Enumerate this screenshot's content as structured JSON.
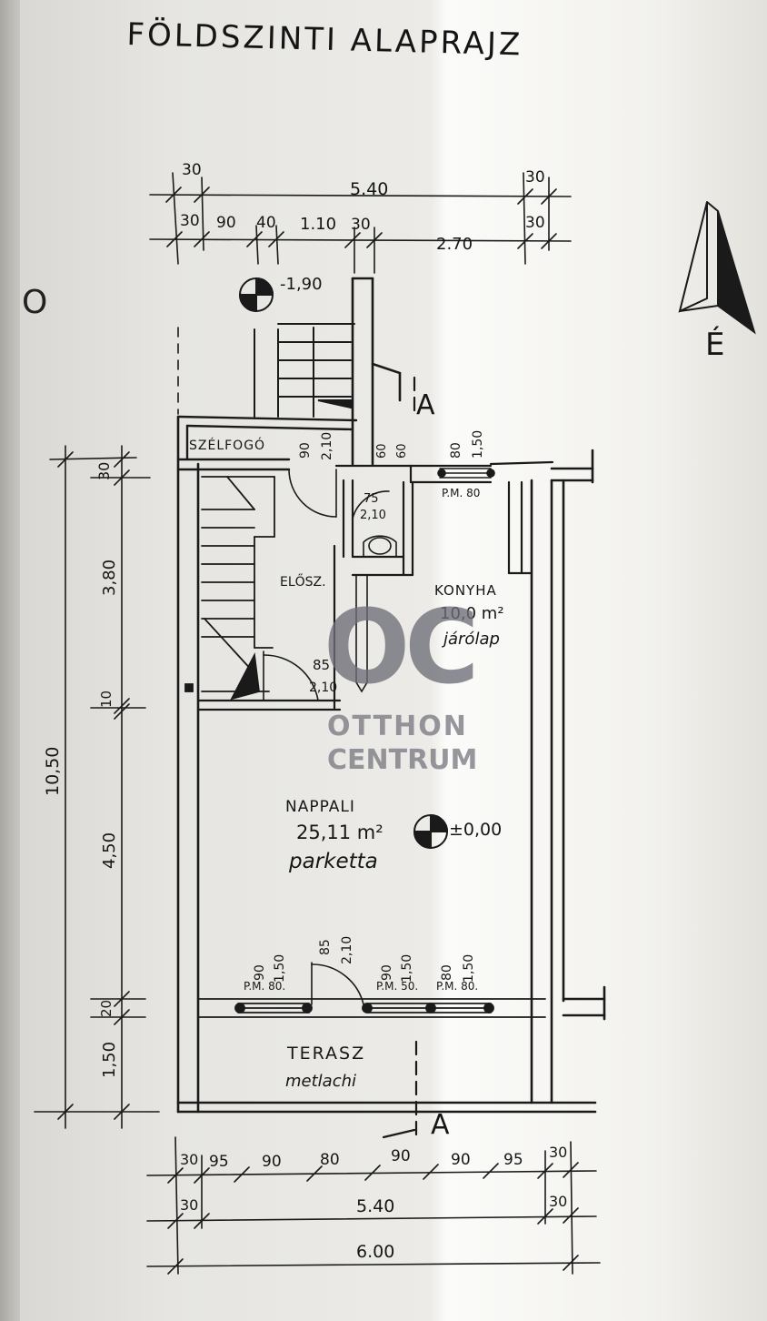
{
  "title": "FÖLDSZINTI ALAPRAJZ",
  "margin_mark": "O",
  "top_dims": {
    "row1": [
      "30",
      "5.40",
      "30"
    ],
    "row2": [
      "30",
      "90",
      "40",
      "1.10",
      "30",
      "2.70",
      "30"
    ]
  },
  "left_dims": [
    "30",
    "3,80",
    "10",
    "4,50",
    "20",
    "1,50"
  ],
  "left_total": "10,50",
  "level_top": "-1,90",
  "level_main": "±0,00",
  "section_mark": "A",
  "north_mark": "É",
  "rooms": {
    "szelfogo": "SZÉLFOGÓ",
    "eloszoba": "ELŐSZ.",
    "konyha_name": "KONYHA",
    "konyha_area": "10,0 m²",
    "konyha_floor": "járólap",
    "nappali_name": "NAPPALI",
    "nappali_area": "25,11 m²",
    "nappali_floor": "parketta",
    "terasz_name": "TERASZ",
    "terasz_floor": "metlachi"
  },
  "openings": {
    "d1_w": "90",
    "d1_h": "2,10",
    "d2_w": "60",
    "d2_h": "60",
    "w1_w": "80",
    "w1_h": "1,50",
    "w1_pm": "P.M. 80",
    "wc_w": "75",
    "wc_h": "2,10",
    "d3_w": "85",
    "d3_h": "2,10",
    "b1_w": "90",
    "b1_h": "1,50",
    "b1_pm": "P.M. 80.",
    "b2_w": "85",
    "b2_h": "2,10",
    "b3_w": "90",
    "b3_h": "1,50",
    "b3_pm": "P.M. 50.",
    "b4_w": "80",
    "b4_h": "1,50",
    "b4_pm": "P.M. 80."
  },
  "bottom_dims": {
    "row1": [
      "30",
      "95",
      "90",
      "80",
      "90",
      "90",
      "95",
      "30"
    ],
    "row2": [
      "30",
      "5.40",
      "30"
    ],
    "row3": [
      "6.00"
    ]
  },
  "watermark": {
    "logo": "OC",
    "line1": "OTTHON",
    "line2": "CENTRUM",
    "color": "#6e6e78"
  }
}
